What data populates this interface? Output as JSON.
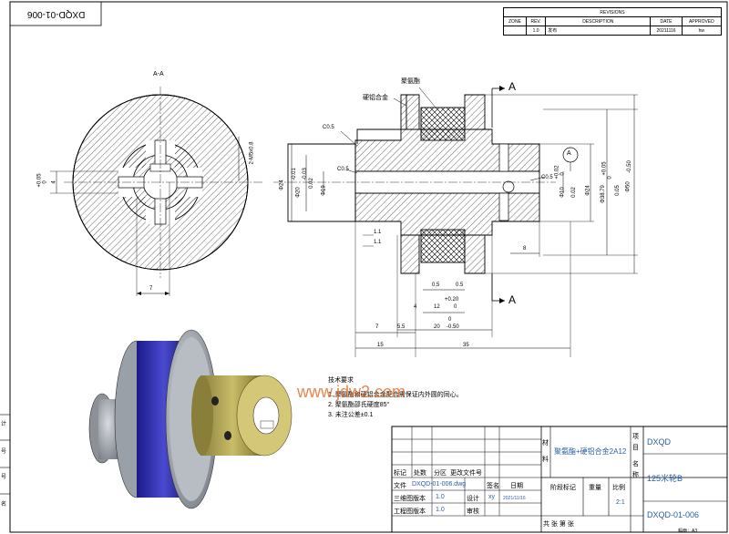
{
  "mirrored_code": "DXQD-01-006",
  "revisions": {
    "title": "REVISIONS",
    "headers": [
      "ZONE",
      "REV.",
      "DESCRIPTION",
      "DATE",
      "APPROVED"
    ],
    "row": [
      "",
      "1.0",
      "发布",
      "20211116",
      "hw"
    ]
  },
  "section_label": "A-A",
  "section_marks": [
    "A",
    "A"
  ],
  "datum": "A",
  "callouts": {
    "polyurethane": "聚氨酯",
    "aluminum": "硬铝合金"
  },
  "chamfers": [
    "C0.5",
    "C0.5",
    "C0.5"
  ],
  "dims": {
    "tol_plus_005": "+0.05",
    "tol_zero_a": "0",
    "d4": "4",
    "thread": "2-M5x0.8",
    "d7_a": "7",
    "d24_left": "Φ24",
    "tol_m001": "-0.01",
    "d20": "Φ20",
    "tol_m003": "-0.03",
    "d19": "Φ19",
    "runout_a": "0.02",
    "d10": "Φ10",
    "tol_p002": "+0.02",
    "tol_zero_b": "0",
    "runout_b": "0.02",
    "d24_right": "Φ24",
    "d38": "Φ38.79",
    "tol_p005": "+0.05",
    "tol_zero_c": "0",
    "runout_c": "0.05",
    "d50": "Φ50",
    "tol_m05": "-0.50",
    "d11a": "1.1",
    "d11b": "1.1",
    "d8": "8",
    "d05a": "0.5",
    "d05b": "0.5",
    "tol_p020": "+0.20",
    "d12": "12",
    "tol_zero_d": "0",
    "d4b": "4",
    "tol_zero_e": "0",
    "d20b": "20",
    "tol_m050": "-0.50",
    "d7b": "7",
    "d55": "5.5",
    "d15": "15",
    "d35": "35"
  },
  "notes": {
    "title": "技术要求",
    "items": [
      "1.    聚氨酯和硬铝合金配合需保证内外圆的同心。",
      "2.    聚氨酯邵氏硬度85°",
      "3.    未注公差±0.1"
    ]
  },
  "watermark": "www.jdw2.com",
  "title_block": {
    "material_label": "材料",
    "material": "聚氨酯+硬铝合金2A12",
    "project_label": "项目",
    "project": "DXQD",
    "name_label": "名称",
    "name": "125米轮B",
    "drawing_no": "DXQD-01-006",
    "header_cols": [
      "标记",
      "处数",
      "分区",
      "更改文件号",
      "签名",
      "日期"
    ],
    "file_label": "文件",
    "file": "DXQD-01-006.dwg",
    "model_ver_label": "三维图版本",
    "model_ver": "1.0",
    "drawing_ver_label": "工程图版本",
    "drawing_ver": "1.0",
    "design_label": "设计",
    "designer": "xy",
    "design_date": "2021/11/16",
    "review_label": "审核",
    "stage_label": "阶段标记",
    "weight_label": "重量",
    "scale_label": "比例",
    "scale": "2:1",
    "sheets": "共      张    第      张",
    "size_label": "幅面：A3"
  },
  "left_labels": [
    "计",
    "号",
    "号",
    "名"
  ]
}
